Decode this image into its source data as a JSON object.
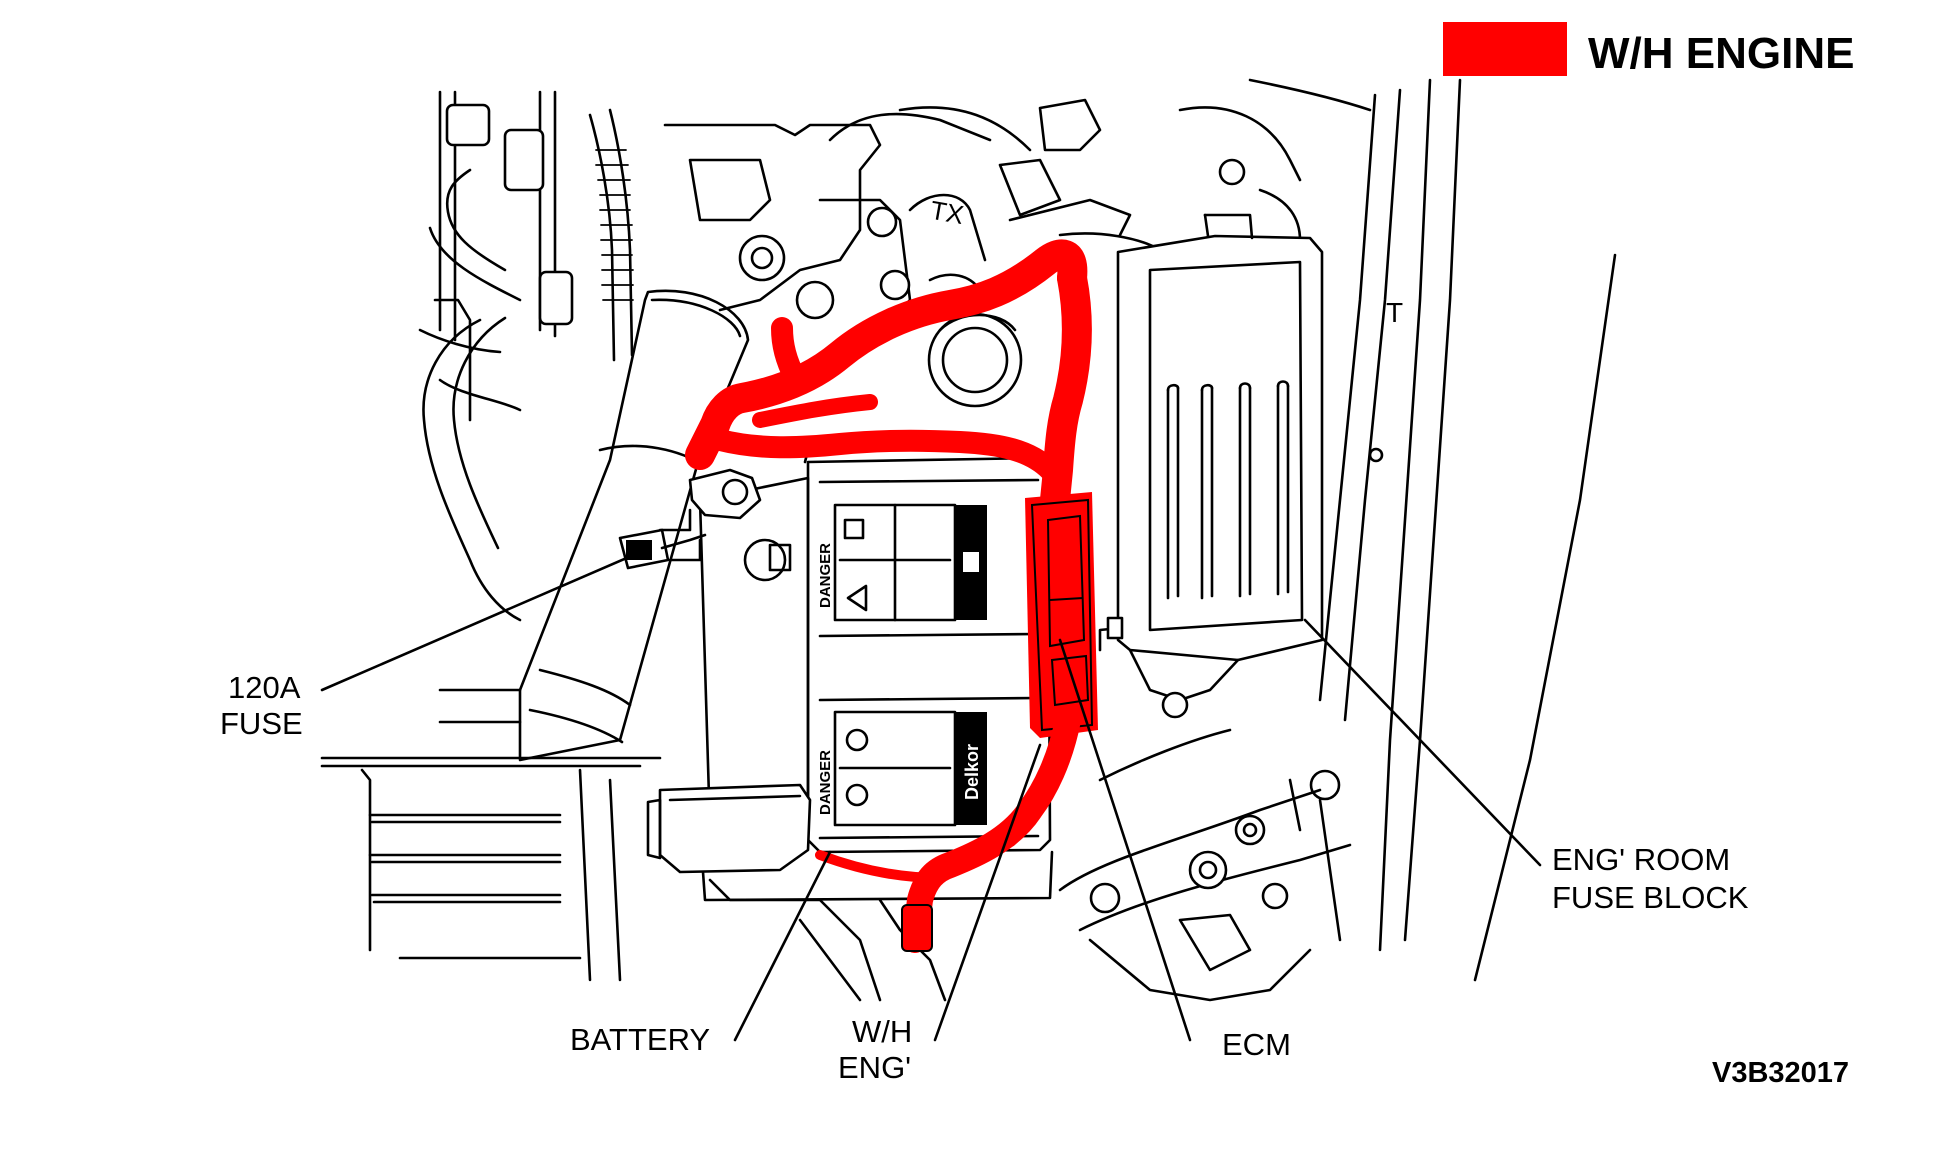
{
  "legend": {
    "label": "W/H ENGINE",
    "swatch_color": "#ff0000"
  },
  "labels": {
    "fuse_120a_line1": "120A",
    "fuse_120a_line2": "FUSE",
    "battery": "BATTERY",
    "wh_eng_line1": "W/H",
    "wh_eng_line2": "ENG'",
    "ecm": "ECM",
    "eng_room_fuse_block_line1": "ENG' ROOM",
    "eng_room_fuse_block_line2": "FUSE BLOCK"
  },
  "battery_markings": {
    "danger_upper": "DANGER",
    "danger_lower": "DANGER",
    "brand": "Delkor"
  },
  "component_markings": {
    "tx": "TX",
    "t": "T"
  },
  "figure_id": "V3B32017",
  "colors": {
    "harness": "#ff0000",
    "line_art": "#000000",
    "background": "#ffffff"
  }
}
